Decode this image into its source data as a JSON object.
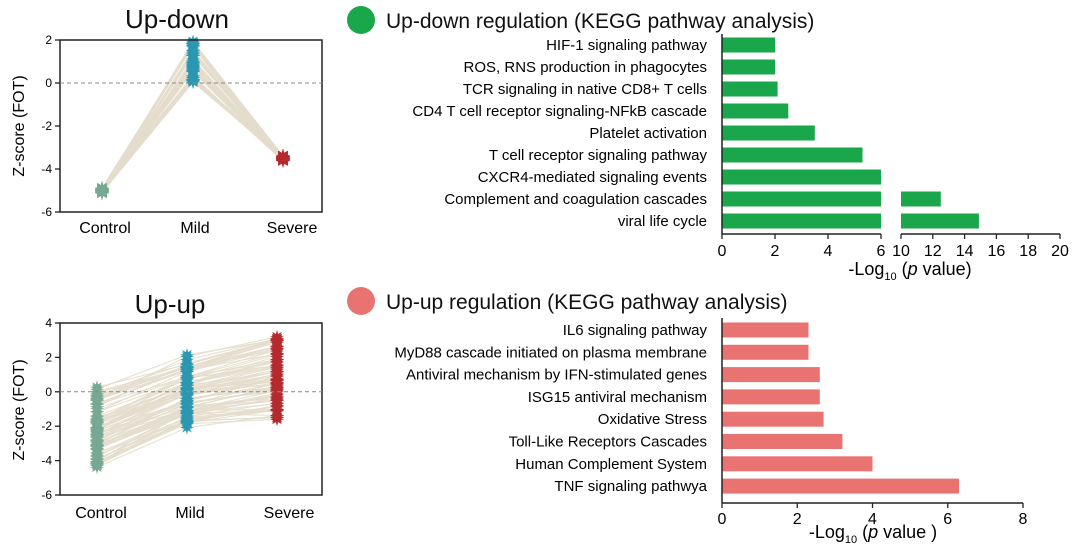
{
  "colors": {
    "green": "#1aa64b",
    "salmon": "#e97371",
    "line": "#e4ddcc",
    "control": "#77a894",
    "mild": "#2b97b0",
    "severe": "#b42a2f",
    "axis": "#222222",
    "zero": "#888888"
  },
  "icons": {
    "legend_marker": "filled-circle-icon",
    "point_marker": "star-burst-icon"
  },
  "chart_data": [
    {
      "id": "updown_z",
      "type": "line",
      "title": "Up-down",
      "ylabel": "Z-score (FOT)",
      "categories": [
        "Control",
        "Mild",
        "Severe"
      ],
      "ylim": [
        -6,
        2
      ],
      "yticks": [
        2,
        0,
        -2,
        -4,
        -6
      ],
      "ref_line": 0,
      "series_summary": {
        "control": [
          -5.0,
          -5.0
        ],
        "mild": [
          0.0,
          2.0
        ],
        "severe": [
          -3.4,
          -3.6
        ]
      }
    },
    {
      "id": "updown_kegg",
      "type": "bar",
      "orientation": "horizontal",
      "title": "Up-down regulation (KEGG pathway analysis)",
      "xlabel": {
        "prefix": "-Log",
        "sub": "10",
        "open": " (",
        "p": "p",
        "rest": "  value)"
      },
      "categories": [
        "HIF-1 signaling pathway",
        "ROS, RNS production in phagocytes",
        "TCR signaling in native CD8+ T cells",
        "CD4 T cell receptor signaling-NFkB cascade",
        "Platelet activation",
        "T cell receptor signaling pathway",
        "CXCR4-mediated signaling events",
        "Complement and coagulation cascades",
        "viral life cycle"
      ],
      "values": [
        2.0,
        2.0,
        2.1,
        2.5,
        3.5,
        5.3,
        6.4,
        12.5,
        14.9
      ],
      "broken_axis": {
        "segment1": [
          0,
          6
        ],
        "segment2": [
          10,
          20
        ]
      },
      "xticks1": [
        "0",
        "2",
        "4",
        "6"
      ],
      "xticks2": [
        "10",
        "12",
        "14",
        "16",
        "18",
        "20"
      ]
    },
    {
      "id": "upup_z",
      "type": "line",
      "title": "Up-up",
      "ylabel": "Z-score (FOT)",
      "categories": [
        "Control",
        "Mild",
        "Severe"
      ],
      "ylim": [
        -6,
        4
      ],
      "yticks": [
        4,
        2,
        0,
        -2,
        -4,
        -6
      ],
      "ref_line": 0,
      "series_summary": {
        "control": [
          -5.0,
          0.8
        ],
        "mild": [
          -2.3,
          2.4
        ],
        "severe": [
          -1.6,
          3.6
        ]
      }
    },
    {
      "id": "upup_kegg",
      "type": "bar",
      "orientation": "horizontal",
      "title": "Up-up regulation (KEGG pathway analysis)",
      "xlabel": {
        "prefix": "-Log",
        "sub": "10",
        "open": " (",
        "p": "p",
        "rest": "  value )"
      },
      "categories": [
        "IL6 signaling pathway",
        "MyD88 cascade initiated on plasma membrane",
        "Antiviral mechanism by IFN-stimulated genes",
        "ISG15 antiviral mechanism",
        "Oxidative Stress",
        "Toll-Like Receptors Cascades",
        "Human Complement System",
        "TNF signaling pathwya"
      ],
      "values": [
        2.3,
        2.3,
        2.6,
        2.6,
        2.7,
        3.2,
        4.0,
        6.3
      ],
      "xlim": [
        0,
        8
      ],
      "xticks": [
        "0",
        "2",
        "4",
        "6",
        "8"
      ]
    }
  ]
}
